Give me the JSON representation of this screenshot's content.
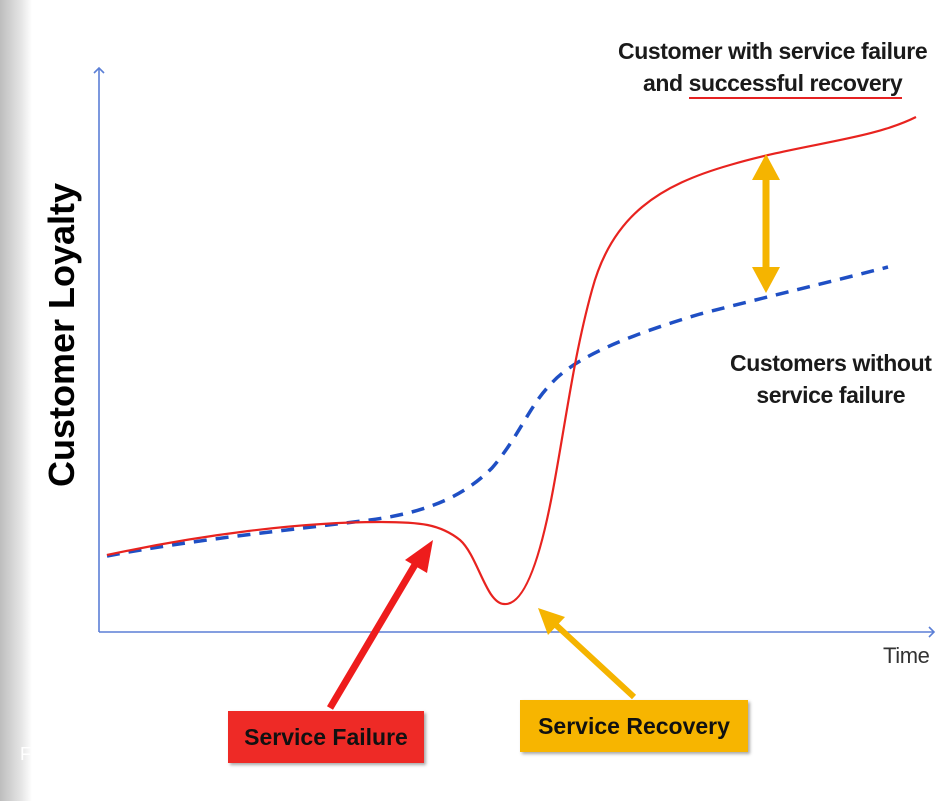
{
  "y_axis_label": "Customer Loyalty",
  "x_axis_label": "Time",
  "legend_recovery_line1": "Customer with service failure",
  "legend_recovery_line2_prefix": "and ",
  "legend_recovery_line2_emphasis": "successful recovery",
  "legend_no_failure_line1": "Customers without",
  "legend_no_failure_line2": "service failure",
  "box_failure_label": "Service Failure",
  "box_recovery_label": "Service Recovery",
  "corner_fragment": "Fo",
  "colors": {
    "axis": "#5b7fd6",
    "recovery_curve": "#e8231f",
    "no_failure_curve": "#1f4fc4",
    "failure_box": "#ee2a26",
    "recovery_box": "#f7b500",
    "gap_arrow": "#f5b400"
  }
}
